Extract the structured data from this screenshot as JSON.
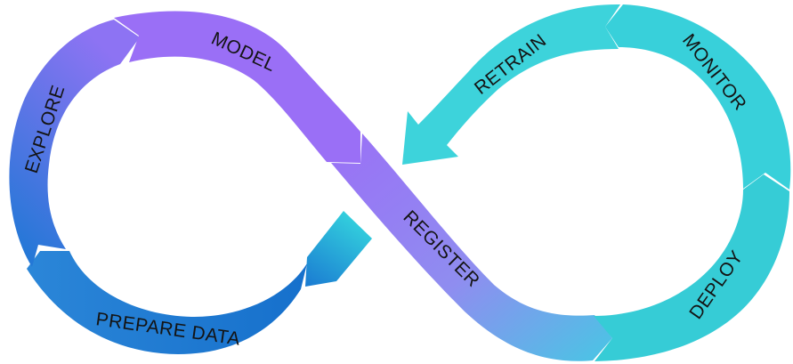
{
  "diagram": {
    "stages": [
      {
        "id": "explore",
        "label": "EXPLORE"
      },
      {
        "id": "model",
        "label": "MODEL"
      },
      {
        "id": "register",
        "label": "REGISTER"
      },
      {
        "id": "deploy",
        "label": "DEPLOY"
      },
      {
        "id": "monitor",
        "label": "MONITOR"
      },
      {
        "id": "retrain",
        "label": "RETRAIN"
      },
      {
        "id": "prepare-data",
        "label": "PREPARE DATA"
      }
    ],
    "colors": {
      "blue_dark": "#1673cf",
      "blue_mid": "#2f8fd8",
      "violet": "#9c72f5",
      "purple": "#9a6ff6",
      "light_blue": "#5ec6e6",
      "cyan": "#3dd3db",
      "teal": "#36ccd6",
      "label": "#141414"
    }
  }
}
